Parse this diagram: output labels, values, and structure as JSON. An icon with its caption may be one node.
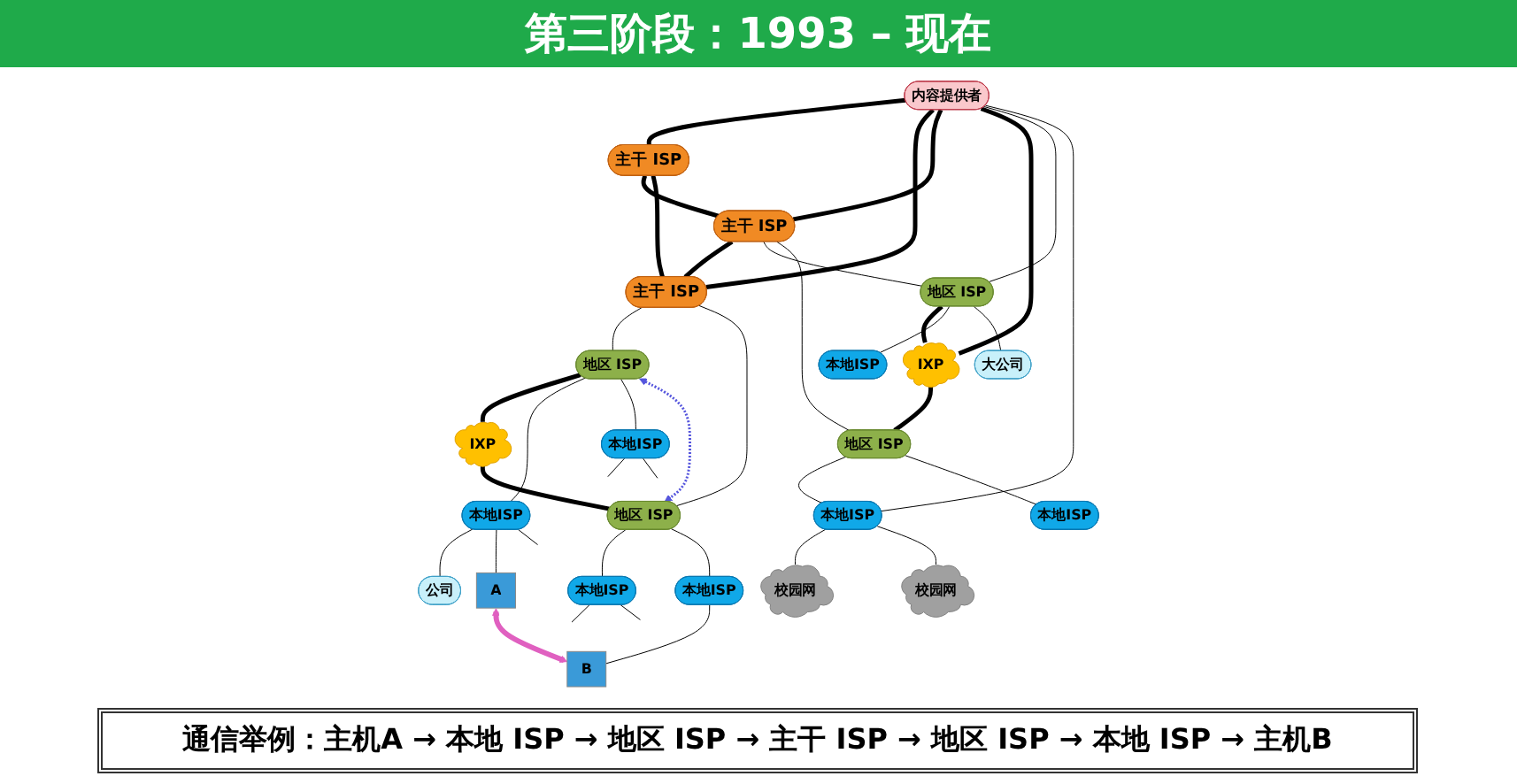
{
  "diagram": {
    "title": "第三阶段：1993 – 现在",
    "caption": "通信举例：主机A → 本地 ISP → 地区 ISP → 主干 ISP → 地区 ISP → 本地 ISP → 主机B",
    "nodes": [
      {
        "text": [
          "内容提供者"
        ]
      },
      {
        "text": [
          "主干 ISP"
        ]
      },
      {
        "text": [
          "主干 ISP"
        ]
      },
      {
        "text": [
          "主干 ISP"
        ]
      },
      {
        "text": [
          "地区 ISP"
        ]
      },
      {
        "text": [
          "IXP"
        ]
      },
      {
        "text": [
          "地区 ISP"
        ]
      },
      {
        "text": [
          "地区 ISP"
        ]
      },
      {
        "text": [
          "IXP"
        ]
      },
      {
        "text": [
          "地区 ISP"
        ]
      },
      {
        "text": [
          "本地ISP"
        ]
      },
      {
        "text": [
          "本地ISP"
        ]
      },
      {
        "text": [
          "本地ISP"
        ]
      },
      {
        "text": [
          "本地ISP"
        ]
      },
      {
        "text": [
          "本地ISP"
        ]
      },
      {
        "text": [
          "本地ISP"
        ]
      },
      {
        "text": [
          "本地ISP"
        ]
      },
      {
        "text": [
          "大公司"
        ]
      },
      {
        "text": [
          "公司"
        ]
      },
      {
        "text": [
          "校园网"
        ]
      },
      {
        "text": [
          "校园网"
        ]
      },
      {
        "text": [
          "A"
        ]
      },
      {
        "text": [
          "B"
        ]
      }
    ],
    "edges": [
      {
        "from": 0,
        "to": 1,
        "arrow": "none",
        "style": "thick"
      },
      {
        "from": 0,
        "to": 3,
        "arrow": "none",
        "style": "thick"
      },
      {
        "from": 0,
        "to": 2,
        "arrow": "none",
        "style": "thick"
      },
      {
        "from": 0,
        "to": 5,
        "arrow": "none",
        "style": "thick"
      },
      {
        "from": 0,
        "to": 4,
        "arrow": "none"
      },
      {
        "from": 0,
        "to": 11,
        "arrow": "none"
      },
      {
        "from": 1,
        "to": 2,
        "arrow": "none",
        "style": "thick"
      },
      {
        "from": 1,
        "to": 3,
        "arrow": "none",
        "style": "thick"
      },
      {
        "from": 2,
        "to": 3,
        "arrow": "none",
        "style": "thick"
      },
      {
        "from": 2,
        "to": 4,
        "arrow": "none"
      },
      {
        "from": 2,
        "to": 6,
        "arrow": "none"
      },
      {
        "from": 3,
        "to": 7,
        "arrow": "none"
      },
      {
        "from": 3,
        "to": 9,
        "arrow": "none"
      },
      {
        "from": 4,
        "to": 5,
        "arrow": "none",
        "style": "thick"
      },
      {
        "from": 5,
        "to": 6,
        "arrow": "none",
        "style": "thick"
      },
      {
        "from": 7,
        "to": 8,
        "arrow": "none",
        "style": "thick"
      },
      {
        "from": 8,
        "to": 9,
        "arrow": "none",
        "style": "thick"
      },
      {
        "from": 4,
        "to": 10,
        "arrow": "none"
      },
      {
        "from": 4,
        "to": 17,
        "arrow": "none"
      },
      {
        "from": 6,
        "to": 11,
        "arrow": "none"
      },
      {
        "from": 6,
        "to": 12,
        "arrow": "none"
      },
      {
        "from": 7,
        "to": 13,
        "arrow": "none"
      },
      {
        "from": 7,
        "to": 14,
        "arrow": "none"
      },
      {
        "from": 9,
        "to": 15,
        "arrow": "none"
      },
      {
        "from": 9,
        "to": 16,
        "arrow": "none"
      },
      {
        "from": 11,
        "to": 19,
        "arrow": "none"
      },
      {
        "from": 11,
        "to": 20,
        "arrow": "none"
      },
      {
        "from": 13,
        "to": 18,
        "arrow": "none"
      },
      {
        "from": 13,
        "to": 21,
        "arrow": "none"
      },
      {
        "from": 13,
        "to": null,
        "arrow": "none"
      },
      {
        "from": 14,
        "to": null,
        "arrow": "none"
      },
      {
        "from": 14,
        "to": null,
        "arrow": "none"
      },
      {
        "from": 15,
        "to": null,
        "arrow": "none"
      },
      {
        "from": 15,
        "to": null,
        "arrow": "none"
      },
      {
        "from": 16,
        "to": 22,
        "arrow": "none"
      },
      {
        "from": 7,
        "to": 9,
        "arrow": "both",
        "style": "dashed",
        "color": "#5555dd"
      },
      {
        "from": 21,
        "to": 22,
        "arrow": "both",
        "style": "thick",
        "color": "#e060c0"
      }
    ]
  }
}
